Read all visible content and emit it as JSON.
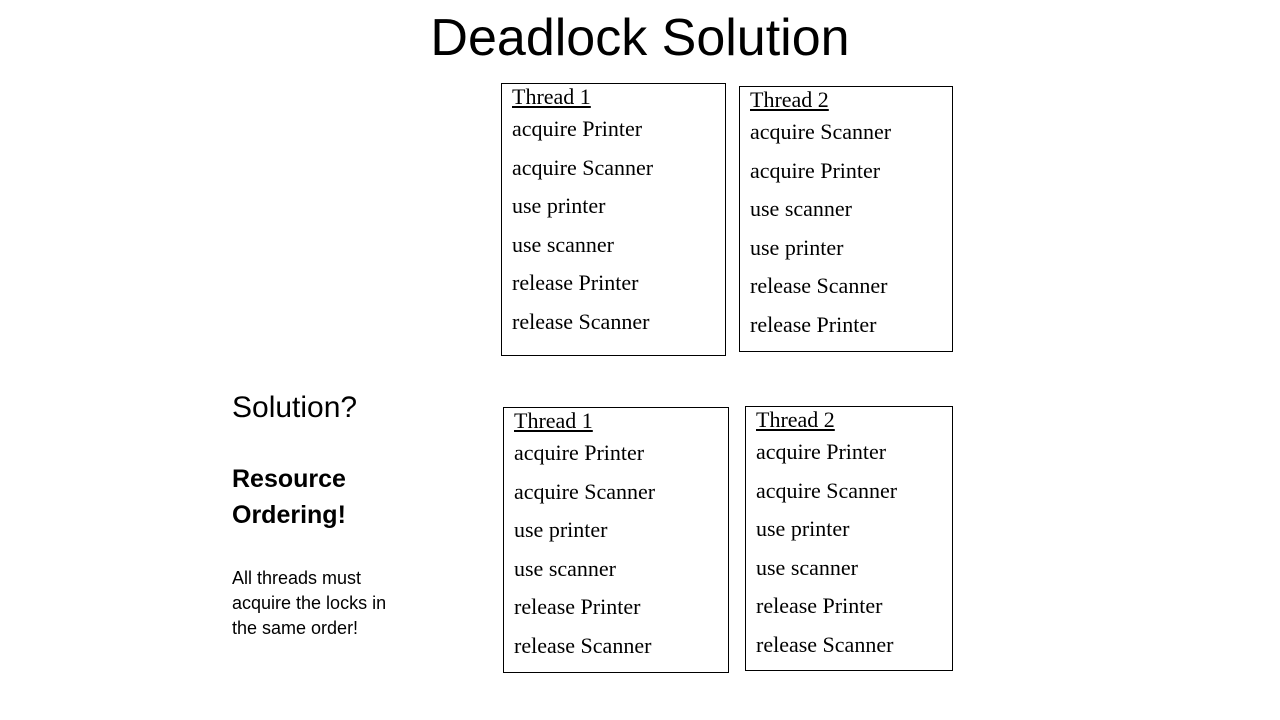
{
  "slide": {
    "title": "Deadlock Solution",
    "solution_question": "Solution?",
    "answer_heading": "Resource Ordering!",
    "answer_note": "All threads must acquire the locks in the same order!"
  },
  "boxes": {
    "top_left": {
      "title": "Thread 1",
      "lines": [
        "acquire Printer",
        "acquire Scanner",
        "use printer",
        "use scanner",
        "release Printer",
        "release Scanner"
      ]
    },
    "top_right": {
      "title": "Thread 2",
      "lines": [
        "acquire Scanner",
        "acquire Printer",
        "use scanner",
        "use printer",
        "release Scanner",
        "release Printer"
      ]
    },
    "bottom_left": {
      "title": "Thread 1",
      "lines": [
        "acquire Printer",
        "acquire Scanner",
        "use printer",
        "use scanner",
        "release Printer",
        "release Scanner"
      ]
    },
    "bottom_right": {
      "title": "Thread 2",
      "lines": [
        "acquire Printer",
        "acquire Scanner",
        "use printer",
        "use scanner",
        "release Printer",
        "release Scanner"
      ]
    }
  }
}
